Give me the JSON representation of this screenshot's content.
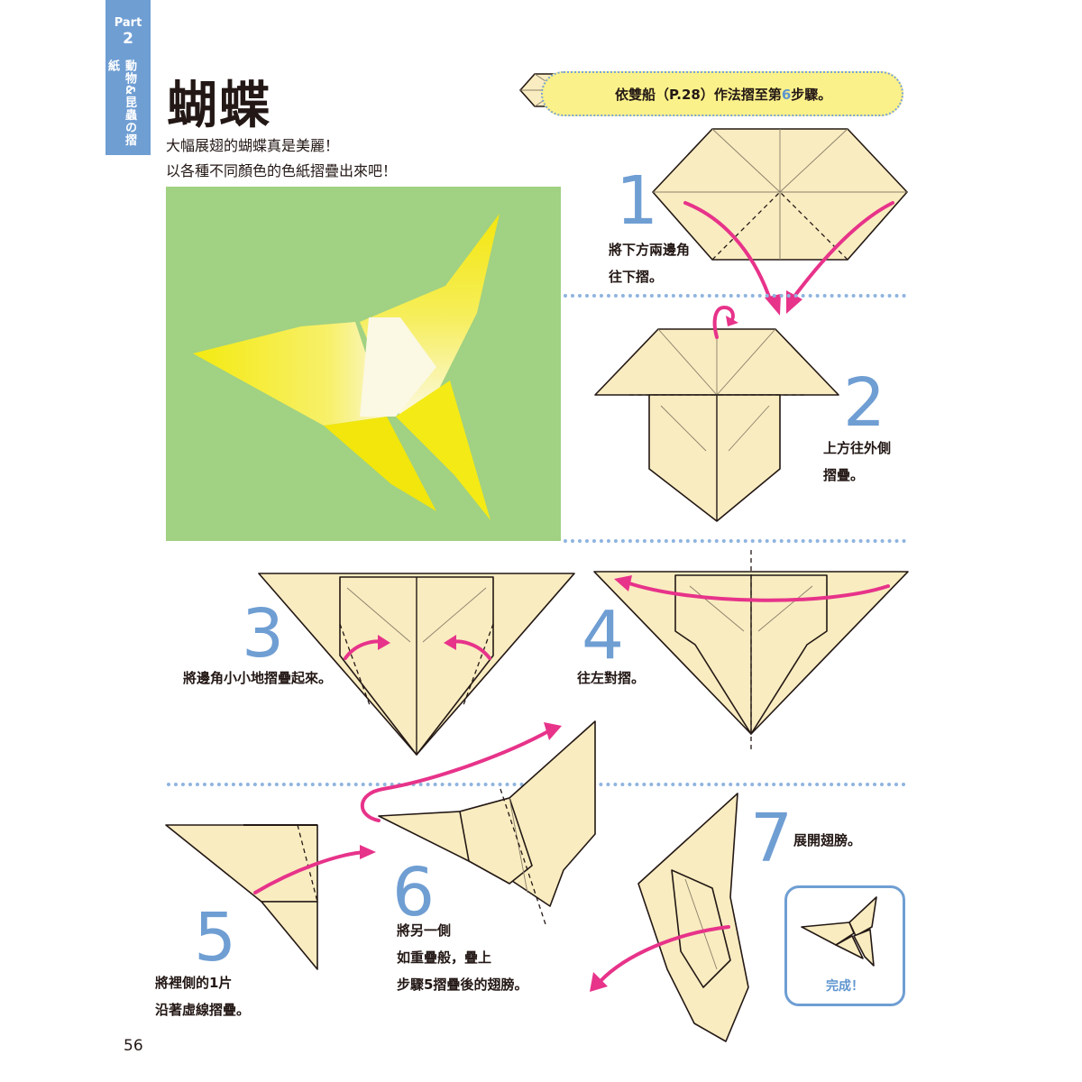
{
  "side_tab": {
    "part_label": "Part",
    "part_number": "2",
    "section": "動物&昆蟲の摺紙"
  },
  "title": "蝴蝶",
  "intro": [
    "大幅展翅的蝴蝶真是美麗！",
    "以各種不同顏色的色紙摺疊出來吧！"
  ],
  "banner": {
    "pre": "依雙船（P.28）作法摺至第",
    "step": "6",
    "post": "步驟。"
  },
  "steps": [
    {
      "number": "1",
      "lines": [
        "將下方兩邊角",
        "往下摺。"
      ]
    },
    {
      "number": "2",
      "lines": [
        "上方往外側",
        "摺疊。"
      ]
    },
    {
      "number": "3",
      "lines": [
        "將邊角小小地摺疊起來。"
      ]
    },
    {
      "number": "4",
      "lines": [
        "往左對摺。"
      ]
    },
    {
      "number": "5",
      "lines": [
        "將裡側的1片",
        "沿著虛線摺疊。"
      ]
    },
    {
      "number": "6",
      "lines": [
        "將另一側",
        "如重疊般，疊上",
        "步驟5摺疊後的翅膀。"
      ]
    },
    {
      "number": "7",
      "lines": [
        "展開翅膀。"
      ]
    }
  ],
  "done_label": "完成！",
  "page_number": "56",
  "colors": {
    "accent_blue": "#6f9ed3",
    "arrow_pink": "#e7338a",
    "paper": "#f9ecc0",
    "banner_yellow": "#fbf18a",
    "photo_bg": "#a1d182"
  }
}
